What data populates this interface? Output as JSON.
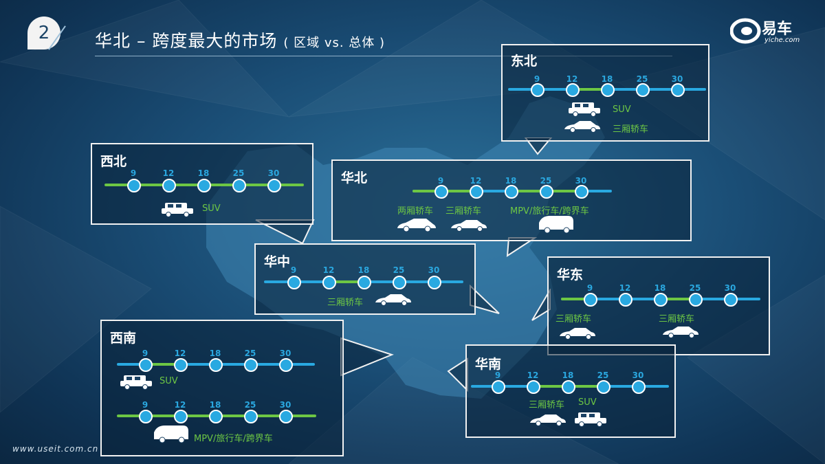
{
  "header": {
    "slide_number": "2",
    "title": "华北 – 跨度最大的市场",
    "title_suffix": "( 区域 vs. 总体 )"
  },
  "logo": {
    "name": "易车",
    "domain": "yiche.com"
  },
  "footer": {
    "website": "www.useit.com.cn"
  },
  "scale_ticks": [
    "9",
    "12",
    "18",
    "25",
    "30"
  ],
  "colors": {
    "highlight": "#6dc744",
    "base": "#29a9e1",
    "node": "#29a9e1"
  },
  "regions": {
    "dongbei": {
      "name": "东北",
      "labels": [
        "SUV",
        "三厢轿车"
      ]
    },
    "xibei": {
      "name": "西北",
      "labels": [
        "SUV"
      ]
    },
    "huabei": {
      "name": "华北",
      "labels": [
        "两厢轿车",
        "三厢轿车",
        "MPV/旅行车/跨界车"
      ]
    },
    "huazhong": {
      "name": "华中",
      "labels": [
        "三厢轿车"
      ]
    },
    "huadong": {
      "name": "华东",
      "labels": [
        "三厢轿车",
        "三厢轿车"
      ]
    },
    "xinan": {
      "name": "西南",
      "labels": [
        "SUV",
        "MPV/旅行车/跨界车"
      ]
    },
    "huanan": {
      "name": "华南",
      "labels": [
        "三厢轿车",
        "SUV"
      ]
    }
  }
}
